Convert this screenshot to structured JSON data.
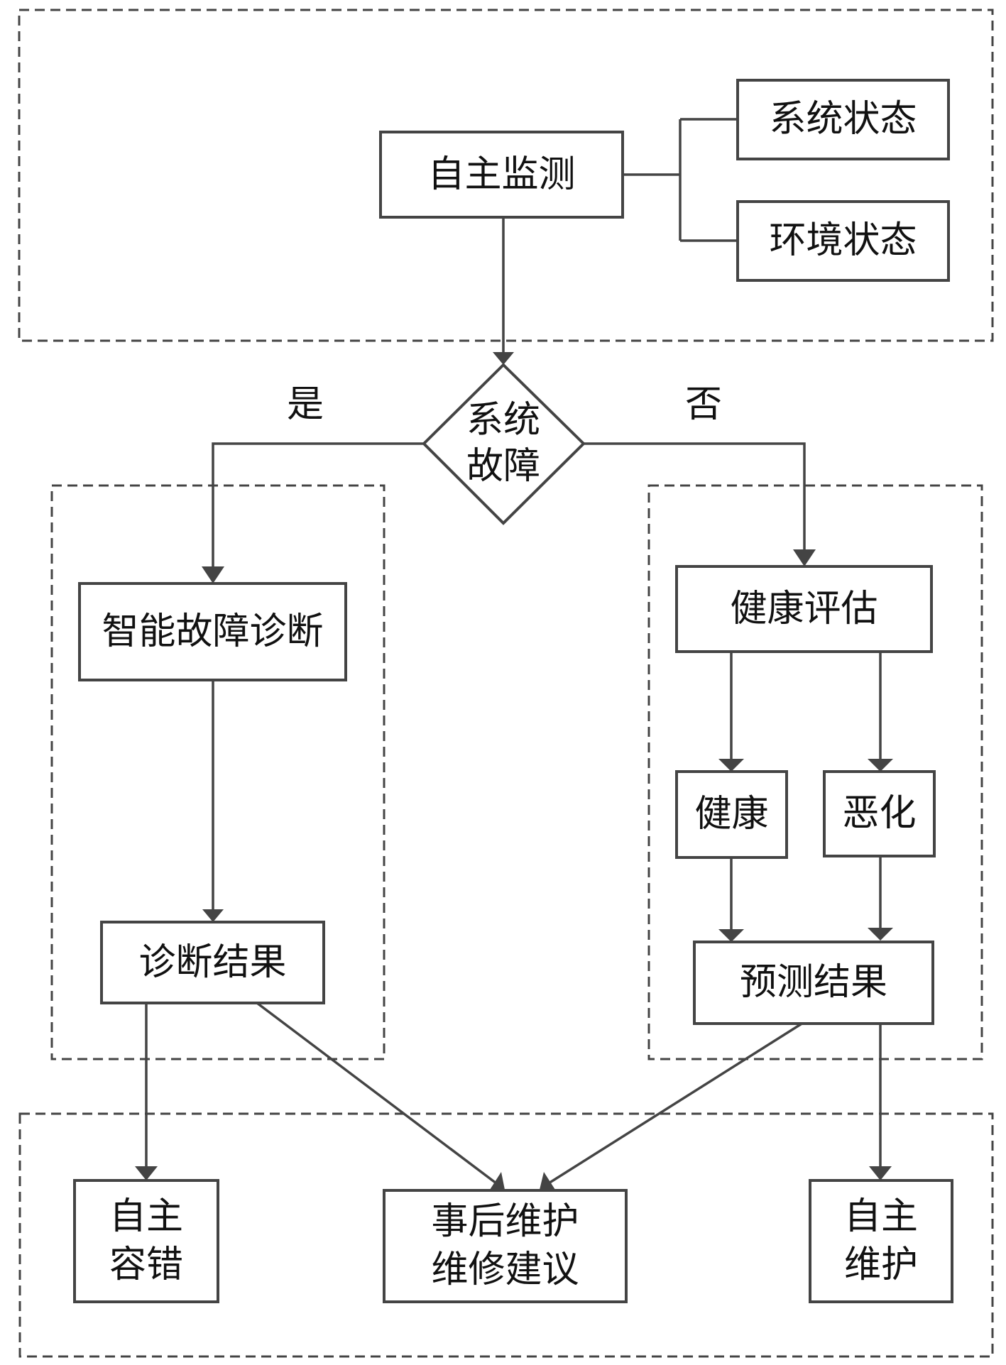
{
  "diagram": {
    "groups": {
      "monitoring": "monitoring-group",
      "diagnosis": "diagnosis-group",
      "prognosis": "prognosis-group",
      "actions": "actions-group"
    },
    "nodes": {
      "autonomous_monitoring": "自主监测",
      "system_state": "系统状态",
      "environment_state": "环境状态",
      "system_fault": "系统\n故障",
      "intelligent_fault_diagnosis": "智能故障诊断",
      "diagnosis_result": "诊断结果",
      "health_assessment": "健康评估",
      "healthy": "健康",
      "degraded": "恶化",
      "prediction_result": "预测结果",
      "autonomous_fault_tolerance": "自主\n容错",
      "post_maintenance": "事后维护\n维修建议",
      "autonomous_maintenance": "自主\n维护"
    },
    "edge_labels": {
      "yes": "是",
      "no": "否"
    },
    "colors": {
      "stroke": "#444444",
      "text": "#111111",
      "background": "#ffffff"
    }
  }
}
